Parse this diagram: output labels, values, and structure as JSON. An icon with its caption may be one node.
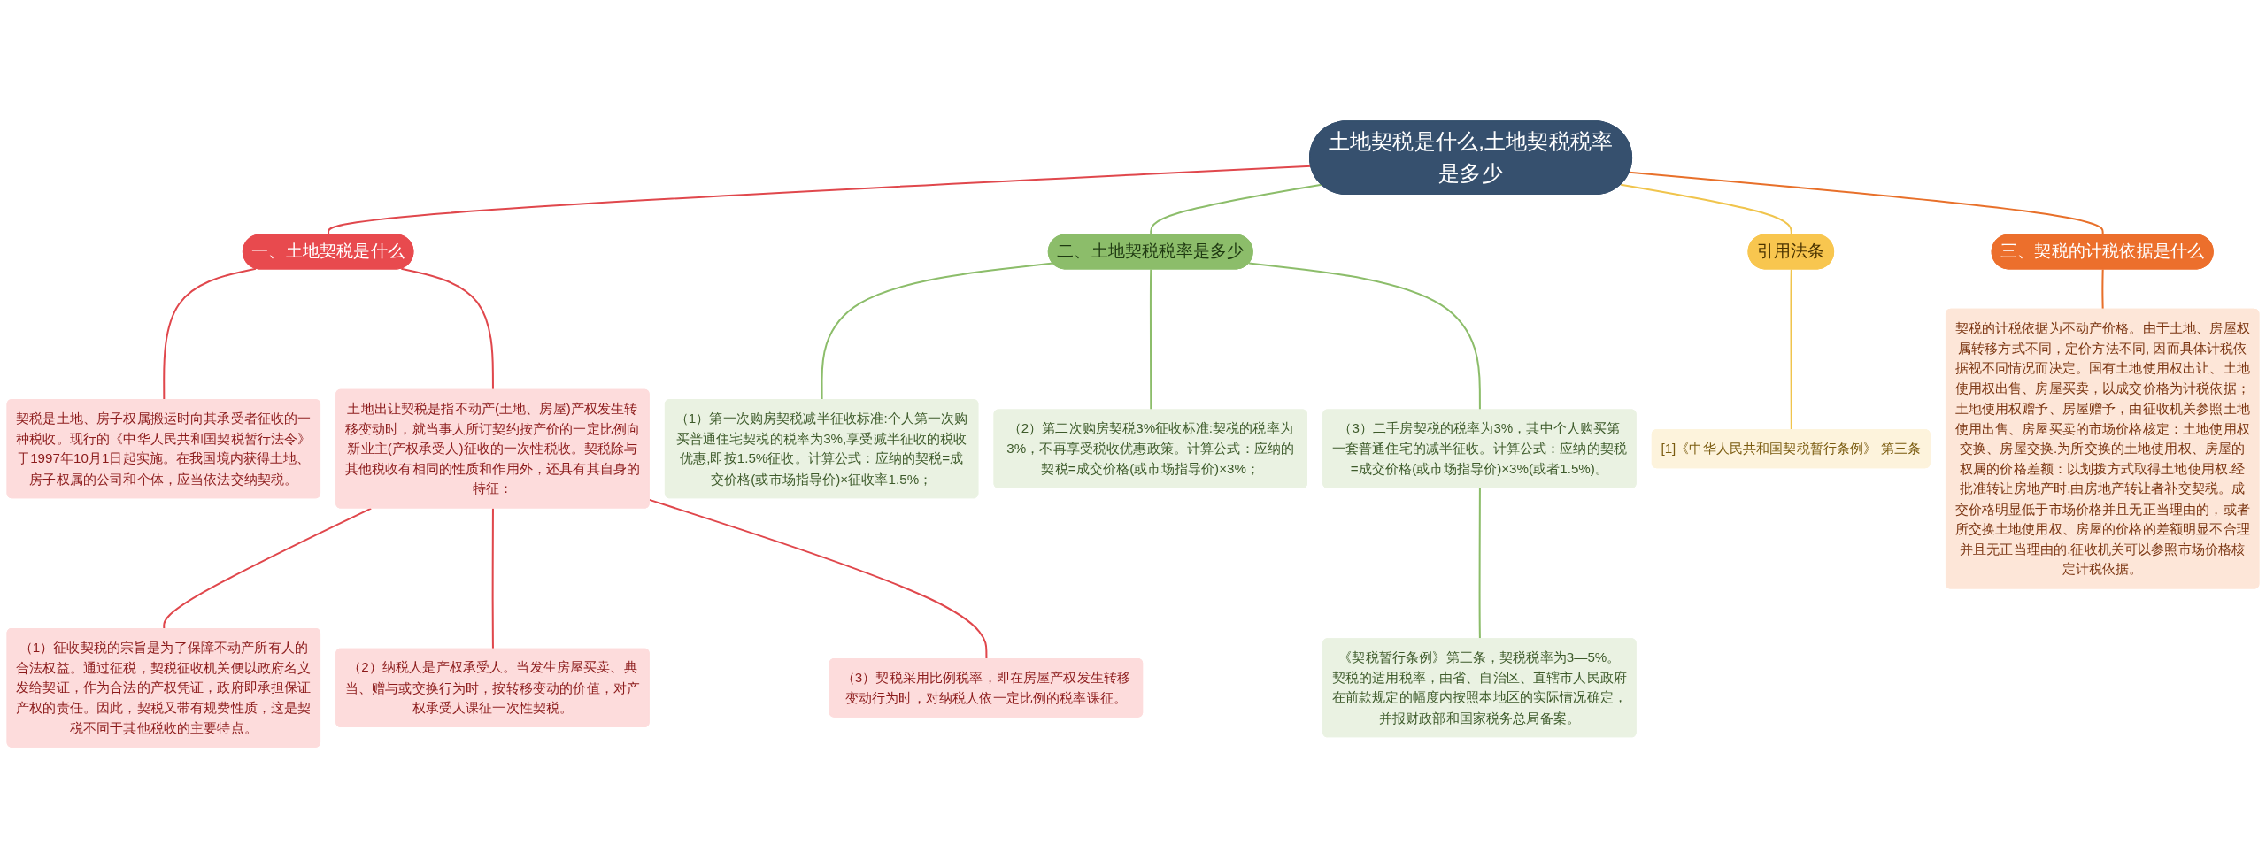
{
  "diagram": {
    "nodes": [
      {
        "text": [
          "土地契税是什么,土地契税税率是多少"
        ]
      },
      {
        "text": [
          "一、土地契税是什么"
        ]
      },
      {
        "text": [
          "契税是土地、房子权属搬运时向其承受者征收的一种税收。现行的《中华人民共和国契税暂行法令》于1997年10月1日起实施。在我国境内获得土地、房子权属的公司和个体，应当依法交纳契税。"
        ]
      },
      {
        "text": [
          "土地出让契税是指不动产(土地、房屋)产权发生转移变动时，就当事人所订契约按产价的一定比例向新业主(产权承受人)征收的一次性税收。契税除与其他税收有相同的性质和作用外，还具有其自身的特征："
        ]
      },
      {
        "text": [
          "（1）征收契税的宗旨是为了保障不动产所有人的合法权益。通过征税，契税征收机关便以政府名义发给契证，作为合法的产权凭证，政府即承担保证产权的责任。因此，契税又带有规费性质，这是契税不同于其他税收的主要特点。"
        ]
      },
      {
        "text": [
          "（2）纳税人是产权承受人。当发生房屋买卖、典当、赠与或交换行为时，按转移变动的价值，对产权承受人课征一次性契税。"
        ]
      },
      {
        "text": [
          "（3）契税采用比例税率，即在房屋产权发生转移变动行为时，对纳税人依一定比例的税率课征。"
        ]
      },
      {
        "text": [
          "二、土地契税税率是多少"
        ]
      },
      {
        "text": [
          "（1）第一次购房契税减半征收标准:个人第一次购买普通住宅契税的税率为3%,享受减半征收的税收优惠,即按1.5%征收。计算公式：应纳的契税=成交价格(或市场指导价)×征收率1.5%；"
        ]
      },
      {
        "text": [
          "（2）第二次购房契税3%征收标准:契税的税率为3%，不再享受税收优惠政策。计算公式：应纳的契税=成交价格(或市场指导价)×3%；"
        ]
      },
      {
        "text": [
          "（3）二手房契税的税率为3%，其中个人购买第一套普通住宅的减半征收。计算公式：应纳的契税=成交价格(或市场指导价)×3%(或者1.5%)。"
        ]
      },
      {
        "text": [
          "《契税暂行条例》第三条，契税税率为3—5%。契税的适用税率，由省、自治区、直辖市人民政府在前款规定的幅度内按照本地区的实际情况确定，并报财政部和国家税务总局备案。"
        ]
      },
      {
        "text": [
          "引用法条"
        ]
      },
      {
        "text": [
          "[1]《中华人民共和国契税暂行条例》 第三条"
        ]
      },
      {
        "text": [
          "三、契税的计税依据是什么"
        ]
      },
      {
        "text": [
          "契税的计税依据为不动产价格。由于土地、房屋权属转移方式不同，定价方法不同, 因而具体计税依据视不同情况而决定。国有土地使用权出让、土地使用权出售、房屋买卖，以成交价格为计税依据；土地使用权赠予、房屋赠予，由征收机关参照土地使用出售、房屋买卖的市场价格核定：土地使用权交换、房屋交换.为所交换的土地使用权、房屋的权属的价格差额：以划拨方式取得土地使用权.经批准转让房地产时.由房地产转让者补交契税。成交价格明显低于市场价格并且无正当理由的，或者所交换土地使用权、房屋的价格的差额明显不合理并且无正当理由的.征收机关可以参照市场价格核定计税依据。"
        ]
      }
    ],
    "edges": [
      {
        "from": 0,
        "to": 1,
        "arrow": "none"
      },
      {
        "from": 1,
        "to": 2,
        "arrow": "none"
      },
      {
        "from": 1,
        "to": 3,
        "arrow": "none"
      },
      {
        "from": 3,
        "to": 4,
        "arrow": "none"
      },
      {
        "from": 3,
        "to": 5,
        "arrow": "none"
      },
      {
        "from": 3,
        "to": 6,
        "arrow": "none"
      },
      {
        "from": 0,
        "to": 7,
        "arrow": "none",
        "color": "#8cbd6a"
      },
      {
        "from": 7,
        "to": 8,
        "arrow": "none",
        "color": "#8cbd6a"
      },
      {
        "from": 7,
        "to": 9,
        "arrow": "none",
        "color": "#8cbd6a"
      },
      {
        "from": 7,
        "to": 10,
        "arrow": "none",
        "color": "#8cbd6a"
      },
      {
        "from": 10,
        "to": 11,
        "arrow": "none",
        "color": "#8cbd6a"
      },
      {
        "from": 0,
        "to": 12,
        "arrow": "none",
        "color": "#f0c44c"
      },
      {
        "from": 12,
        "to": 13,
        "arrow": "none",
        "color": "#f0c44c"
      },
      {
        "from": 0,
        "to": 14,
        "arrow": "none",
        "color": "#e8702a"
      },
      {
        "from": 14,
        "to": 15,
        "arrow": "none",
        "color": "#e8702a"
      }
    ]
  }
}
